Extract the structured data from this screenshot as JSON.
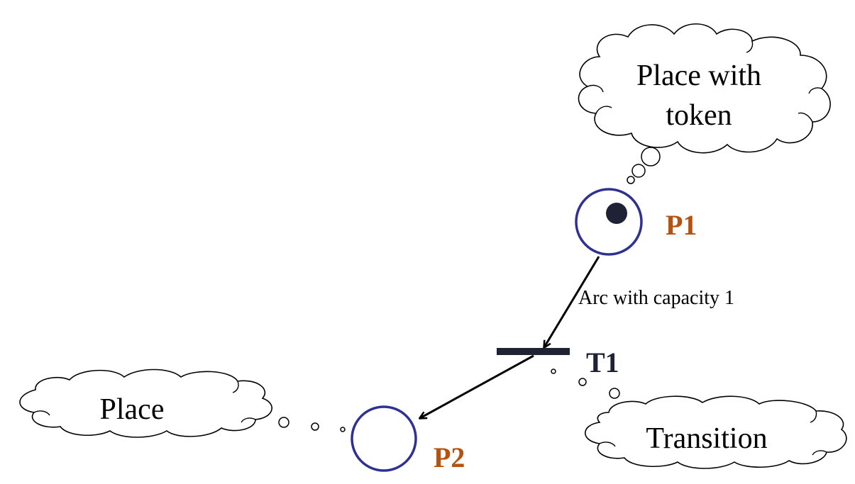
{
  "colors": {
    "place_stroke": "#2e3192",
    "place_label": "#b5520f",
    "transition": "#1f2235",
    "token": "#1f2235",
    "arc": "#000000",
    "cloud_stroke": "#000000"
  },
  "places": {
    "p1": {
      "label": "P1",
      "has_token": true
    },
    "p2": {
      "label": "P2",
      "has_token": false
    }
  },
  "transition": {
    "label": "T1"
  },
  "arc_label": "Arc with capacity 1",
  "callouts": {
    "place_with_token": {
      "line1": "Place with",
      "line2": "token"
    },
    "place": {
      "text": "Place"
    },
    "transition": {
      "text": "Transition"
    }
  }
}
